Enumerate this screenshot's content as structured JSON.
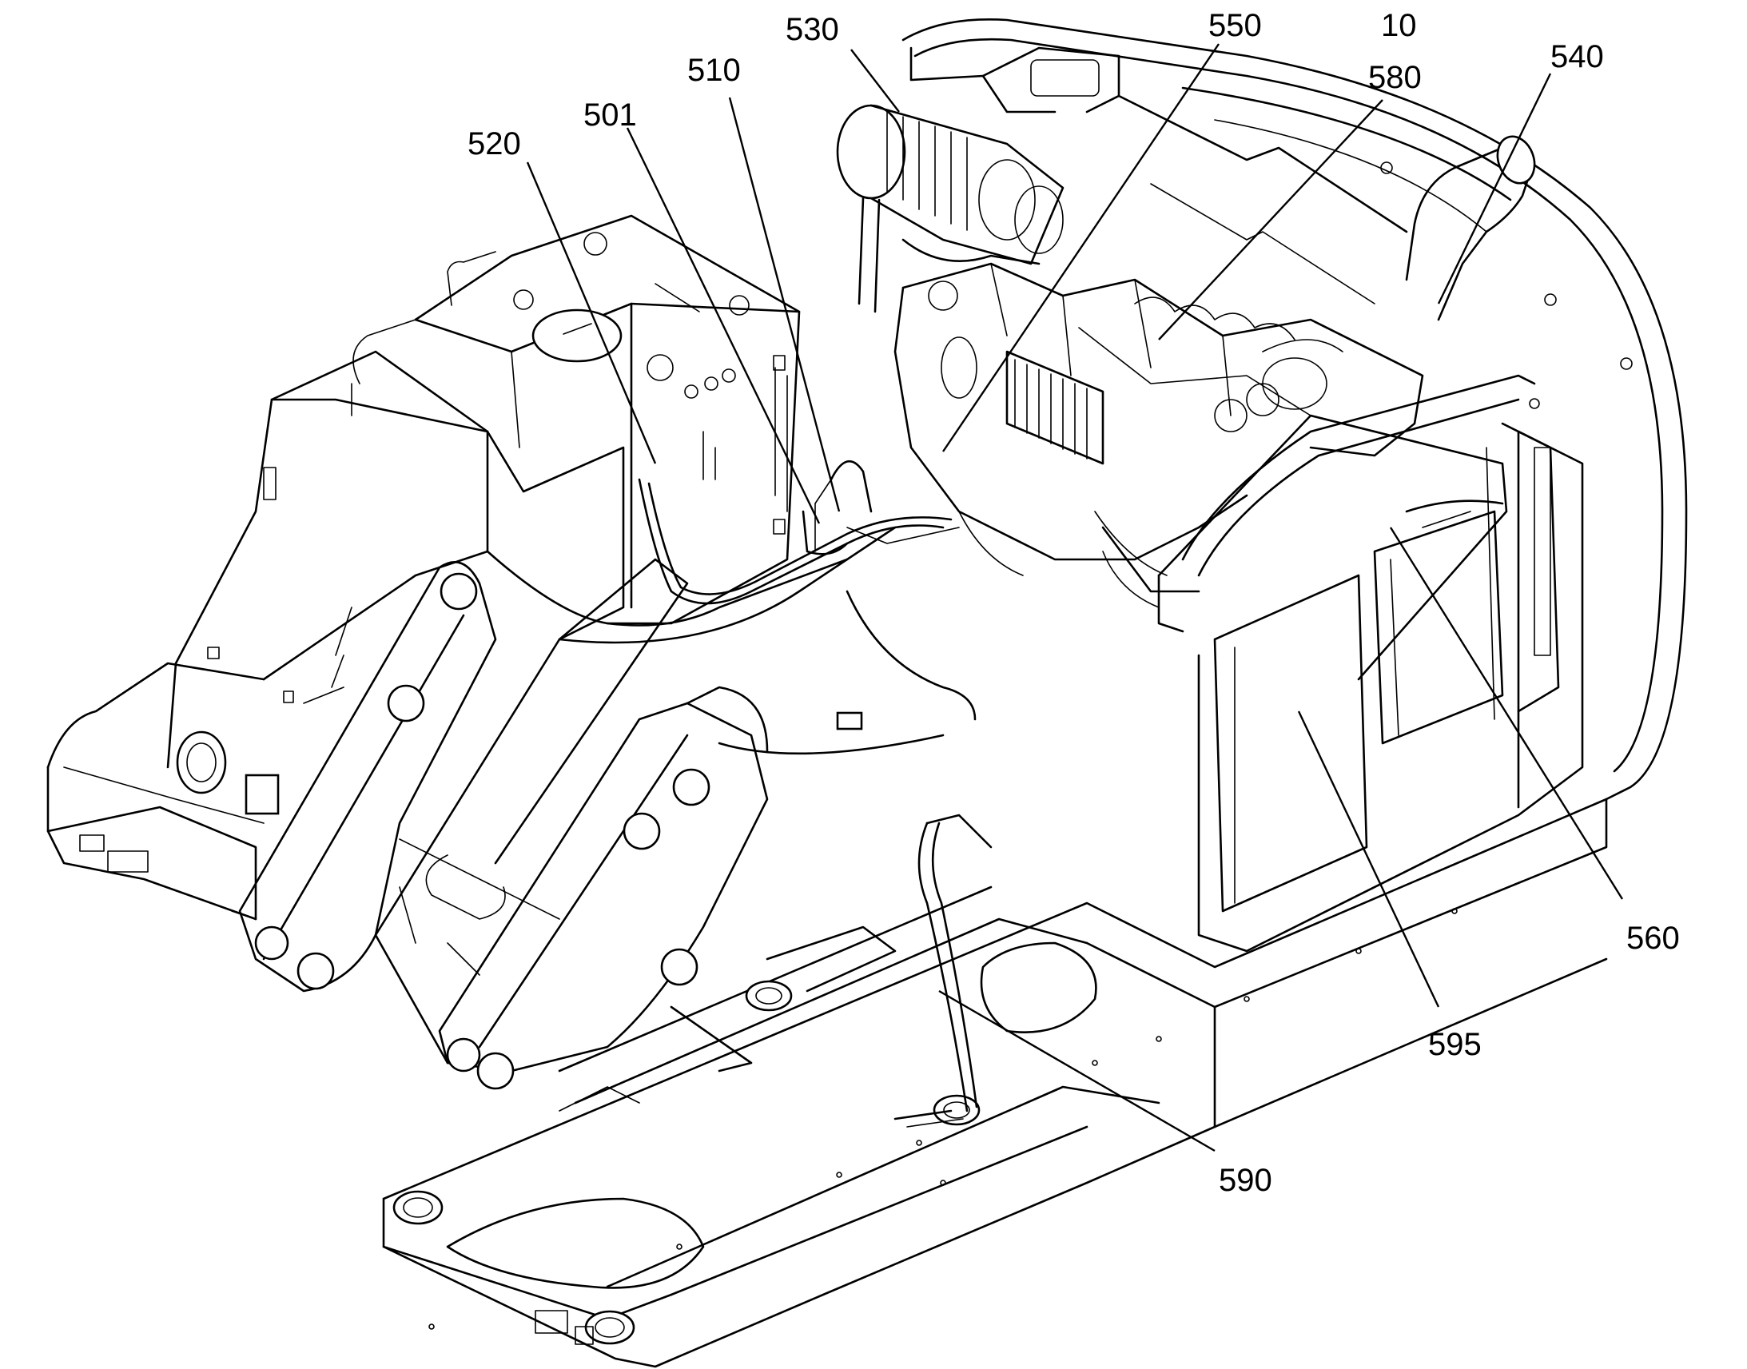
{
  "figure": {
    "labels": {
      "l530": "530",
      "l550": "550",
      "l10": "10",
      "l580": "580",
      "l540": "540",
      "l510": "510",
      "l501": "501",
      "l520": "520",
      "l560": "560",
      "l595": "595",
      "l590": "590"
    },
    "line_color": "#000000",
    "background_color": "#ffffff"
  }
}
